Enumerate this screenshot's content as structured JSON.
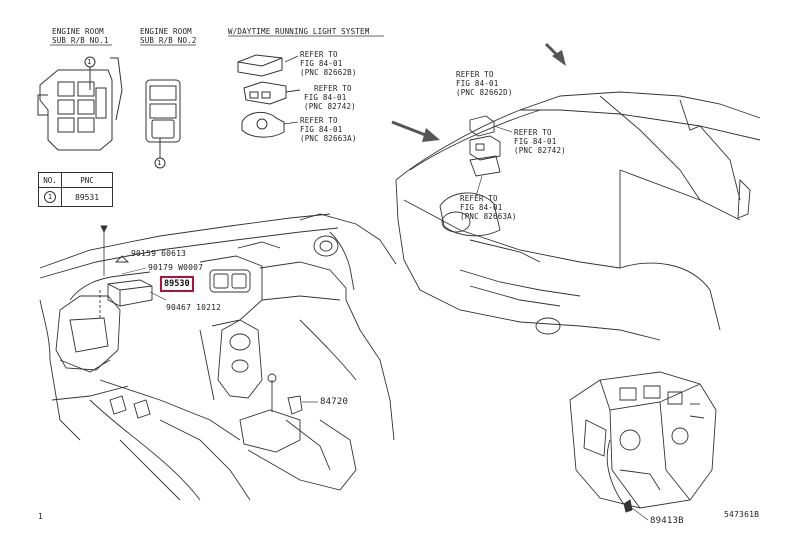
{
  "headers": {
    "engine_room": [
      "ENGINE ROOM",
      "SUB R/B NO.1"
    ],
    "engine_room2": [
      "ENGINE ROOM",
      "SUB R/B NO.2"
    ],
    "system": "W/DAYTIME RUNNING LIGHT SYSTEM"
  },
  "pnc_table": {
    "col_no": "NO.",
    "col_pnc": "PNC",
    "row_no": "1",
    "row_pnc": "89531"
  },
  "callout": "1",
  "refs_left": [
    [
      "REFER TO",
      "FIG 84-01",
      "(PNC 82662B)"
    ],
    [
      "REFER TO",
      "FIG 84-01",
      "(PNC 82742)"
    ],
    [
      "REFER TO",
      "FIG 84-01",
      "(PNC 82663A)"
    ]
  ],
  "refs_right": [
    [
      "REFER TO",
      "FIG 84-01",
      "(PNC 82662D)"
    ],
    [
      "REFER TO",
      "FIG 84-01",
      "(PNC 82742)"
    ],
    [
      "REFER TO",
      "FIG 84-01",
      "(PNC 82663A)"
    ]
  ],
  "parts": {
    "p90159": "90159 60613",
    "p90179": "90179 W0007",
    "p89530": "89530",
    "p90467": "90467 10212",
    "p84720": "84720",
    "p89413B": "89413B"
  },
  "footer": {
    "page_mark": "1",
    "drawing_id": "547361B"
  }
}
